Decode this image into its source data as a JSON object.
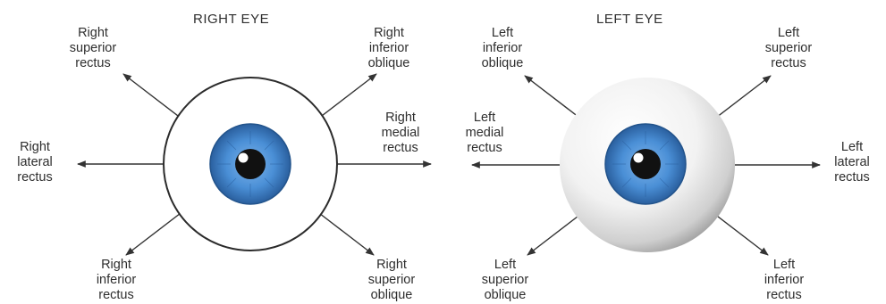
{
  "right_eye": {
    "title": "RIGHT EYE",
    "labels": {
      "superior_rectus": [
        "Right",
        "superior",
        "rectus"
      ],
      "inferior_oblique": [
        "Right",
        "inferior",
        "oblique"
      ],
      "lateral_rectus": [
        "Right",
        "lateral",
        "rectus"
      ],
      "medial_rectus": [
        "Right",
        "medial",
        "rectus"
      ],
      "inferior_rectus": [
        "Right",
        "inferior",
        "rectus"
      ],
      "superior_oblique": [
        "Right",
        "superior",
        "oblique"
      ]
    }
  },
  "left_eye": {
    "title": "LEFT EYE",
    "labels": {
      "inferior_oblique": [
        "Left",
        "inferior",
        "oblique"
      ],
      "superior_rectus": [
        "Left",
        "superior",
        "rectus"
      ],
      "medial_rectus": [
        "Left",
        "medial",
        "rectus"
      ],
      "lateral_rectus": [
        "Left",
        "lateral",
        "rectus"
      ],
      "superior_oblique": [
        "Left",
        "superior",
        "oblique"
      ],
      "inferior_rectus": [
        "Left",
        "inferior",
        "rectus"
      ]
    }
  },
  "colors": {
    "iris": "#4a8fd6",
    "iris_dark": "#2a5f9e",
    "pupil": "#111111",
    "arrow": "#333333"
  }
}
